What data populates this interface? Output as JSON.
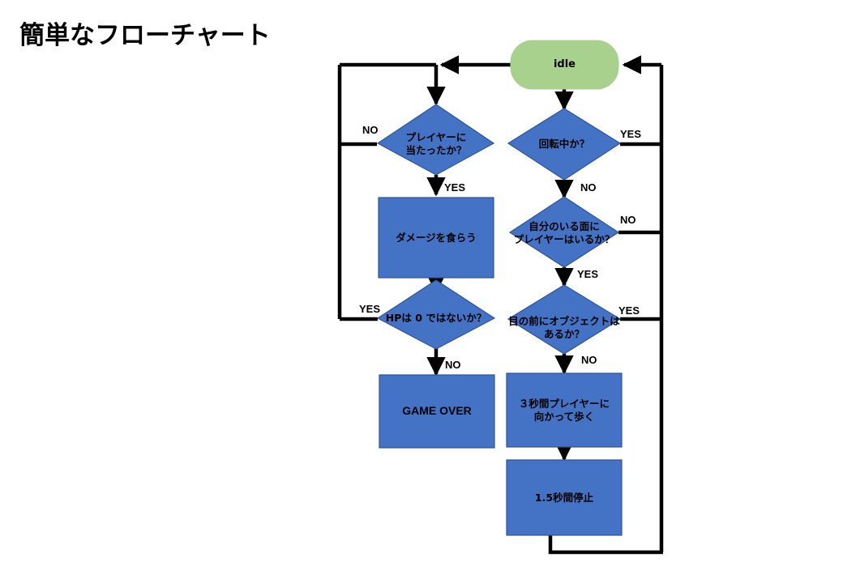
{
  "slide": {
    "title": "簡単なフローチャート",
    "background": "#ffffff"
  },
  "colors": {
    "process_fill": "#4472C4",
    "process_stroke": "#2F5597",
    "start_fill": "#A9D18E",
    "start_stroke": "#A9D18E",
    "connector": "#000000",
    "text": "#000000"
  },
  "nodes": {
    "idle": {
      "label": "idle",
      "shape": "rounded-rectangle",
      "fill": "#A9D18E"
    },
    "hit_player": {
      "label": "プレイヤーに\n当たったか？",
      "shape": "diamond",
      "fill": "#4472C4"
    },
    "take_damage": {
      "label": "ダメージを食らう",
      "shape": "rectangle",
      "fill": "#4472C4"
    },
    "hp_not_zero": {
      "label": "HPは 0 ではないか？",
      "shape": "diamond",
      "fill": "#4472C4"
    },
    "game_over": {
      "label": "GAME OVER",
      "shape": "rectangle",
      "fill": "#4472C4"
    },
    "rotating": {
      "label": "回転中か？",
      "shape": "diamond",
      "fill": "#4472C4"
    },
    "player_same_face": {
      "label": "自分のいる面に\nプレイヤーはいるか？",
      "shape": "diamond",
      "fill": "#4472C4"
    },
    "object_ahead": {
      "label": "目の前にオブジェクトは\nあるか？",
      "shape": "diamond",
      "fill": "#4472C4"
    },
    "walk_3sec": {
      "label": "３秒間プレイヤーに\n向かって歩く",
      "shape": "rectangle",
      "fill": "#4472C4"
    },
    "stop_1_5sec": {
      "label": "1.5秒間停止",
      "shape": "rectangle",
      "fill": "#4472C4"
    }
  },
  "edge_labels": {
    "hit_player_no": "NO",
    "hit_player_yes": "YES",
    "hp_not_zero_yes": "YES",
    "hp_not_zero_no": "NO",
    "rotating_yes": "YES",
    "rotating_no": "NO",
    "player_same_face_no": "NO",
    "player_same_face_yes": "YES",
    "object_ahead_yes": "YES",
    "object_ahead_no": "NO"
  },
  "edges": [
    {
      "from": "idle",
      "to": "hit_player",
      "label": ""
    },
    {
      "from": "hit_player",
      "to": "hit_player_loop_left",
      "label": "NO"
    },
    {
      "from": "hit_player",
      "to": "take_damage",
      "label": "YES"
    },
    {
      "from": "take_damage",
      "to": "hp_not_zero",
      "label": ""
    },
    {
      "from": "hp_not_zero",
      "to": "loop_left_trunk",
      "label": "YES"
    },
    {
      "from": "hp_not_zero",
      "to": "game_over",
      "label": "NO"
    },
    {
      "from": "idle",
      "to": "rotating",
      "label": ""
    },
    {
      "from": "rotating",
      "to": "right_trunk",
      "label": "YES"
    },
    {
      "from": "rotating",
      "to": "player_same_face",
      "label": "NO"
    },
    {
      "from": "player_same_face",
      "to": "right_trunk",
      "label": "NO"
    },
    {
      "from": "player_same_face",
      "to": "object_ahead",
      "label": "YES"
    },
    {
      "from": "object_ahead",
      "to": "right_trunk",
      "label": "YES"
    },
    {
      "from": "object_ahead",
      "to": "walk_3sec",
      "label": "NO"
    },
    {
      "from": "walk_3sec",
      "to": "stop_1_5sec",
      "label": ""
    },
    {
      "from": "stop_1_5sec",
      "to": "idle",
      "label": ""
    }
  ]
}
